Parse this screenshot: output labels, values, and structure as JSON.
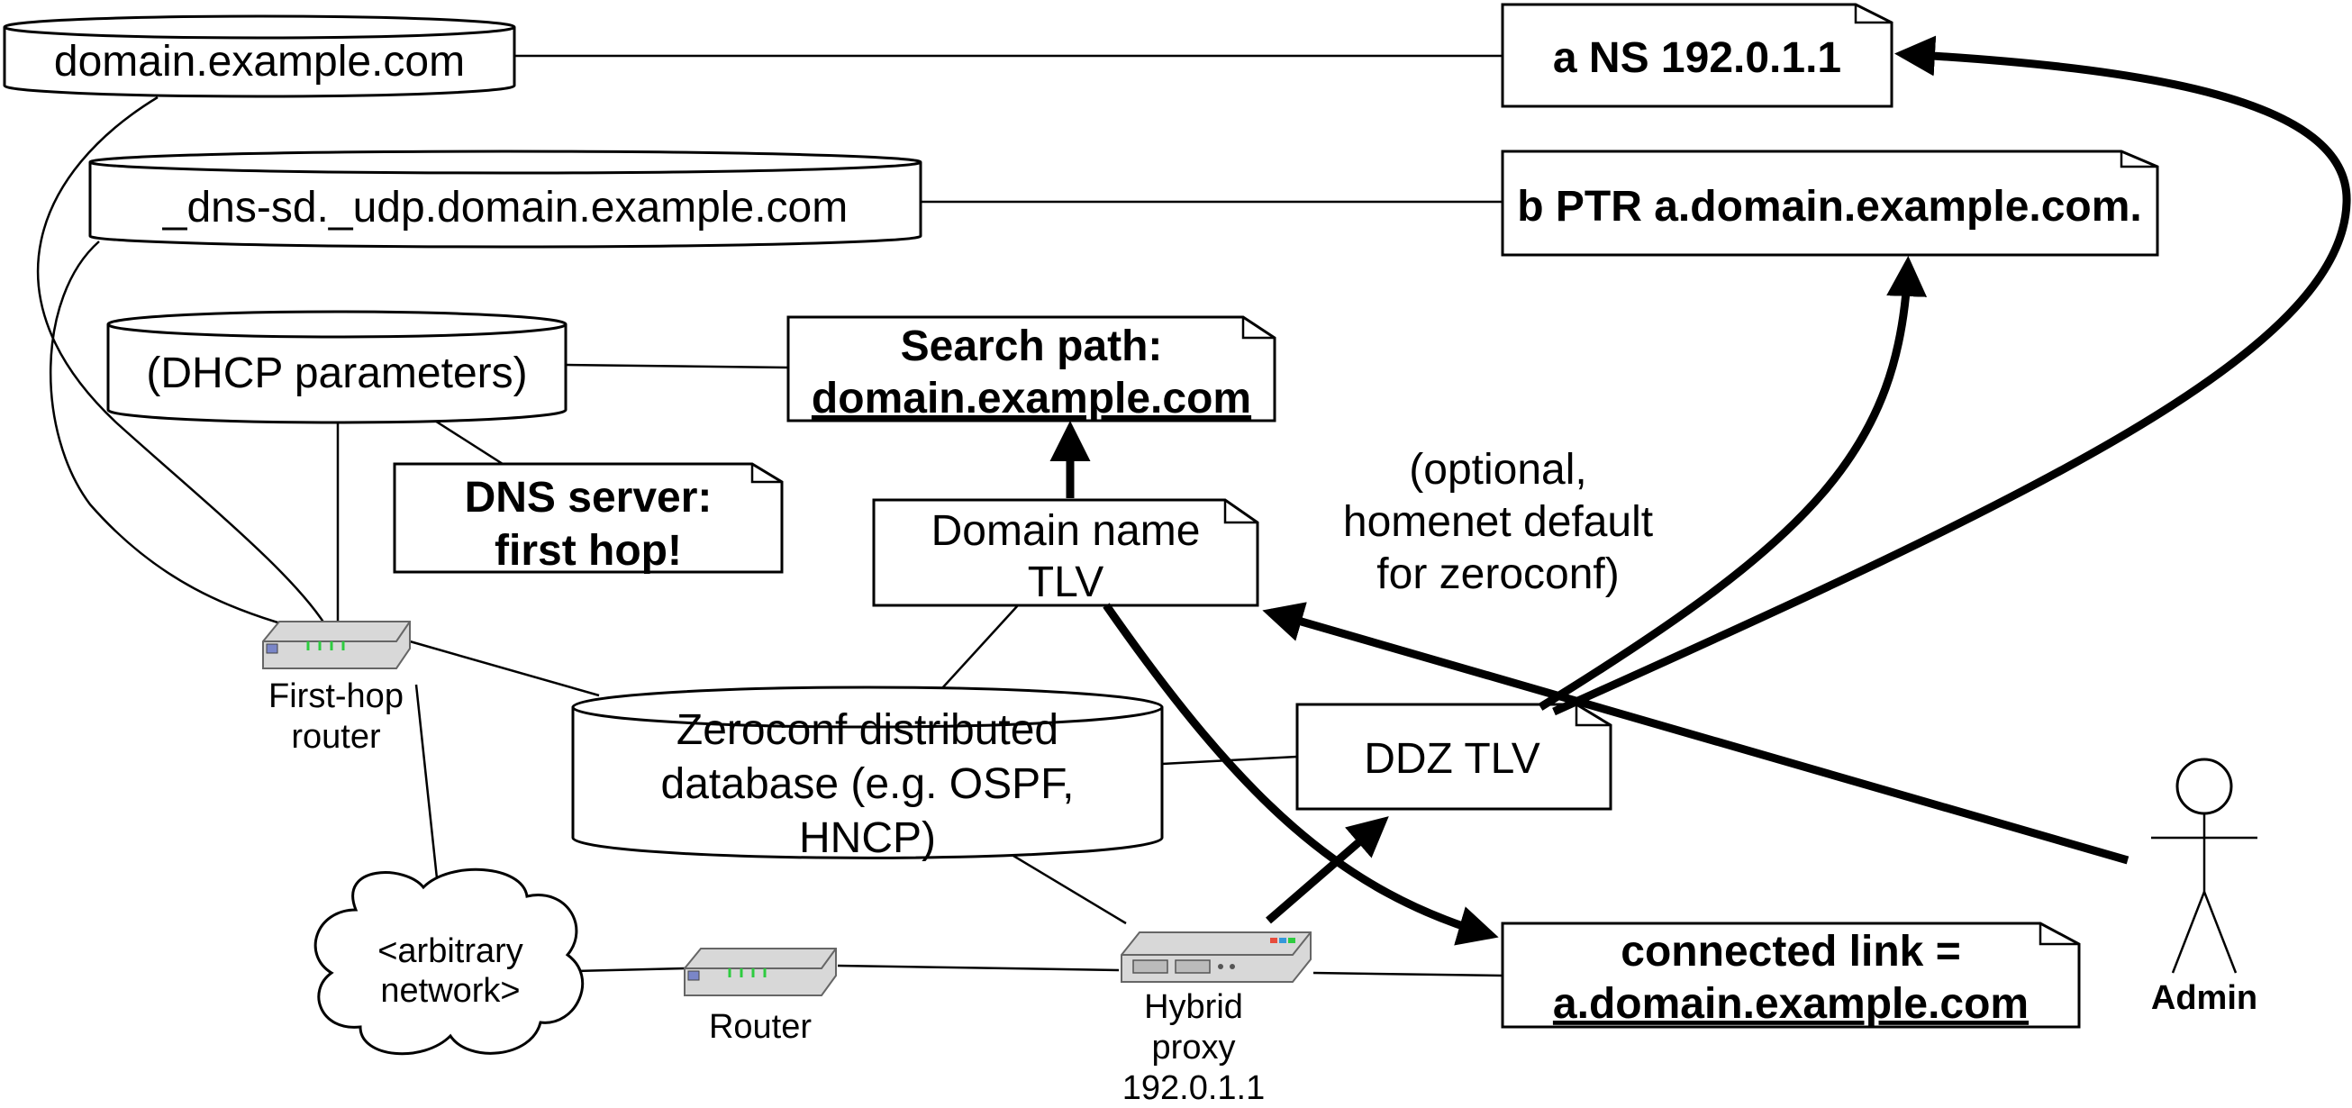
{
  "nodes": {
    "domain_db": "domain.example.com",
    "dnssd_db": "_dns-sd._udp.domain.example.com",
    "dhcp_db": "(DHCP parameters)",
    "zeroconf_db": [
      "Zeroconf distributed",
      "database (e.g. OSPF,",
      "HNCP)"
    ],
    "ns_record": "a NS 192.0.1.1",
    "ptr_record": "b PTR a.domain.example.com.",
    "search_path": [
      "Search path:",
      "domain.example.com"
    ],
    "dns_server": [
      "DNS server:",
      "first hop!"
    ],
    "domain_tlv": [
      "Domain name",
      "TLV"
    ],
    "ddz_tlv": "DDZ TLV",
    "connected_link": [
      "connected link =",
      "a.domain.example.com"
    ],
    "optional_note": [
      "(optional,",
      "homenet default",
      "for zeroconf)"
    ],
    "cloud": [
      "<arbitrary",
      "network>"
    ]
  },
  "devices": {
    "first_hop": [
      "First-hop",
      "router"
    ],
    "router": "Router",
    "hybrid_proxy": [
      "Hybrid",
      "proxy",
      "192.0.1.1"
    ]
  },
  "actor": {
    "label": "Admin"
  }
}
